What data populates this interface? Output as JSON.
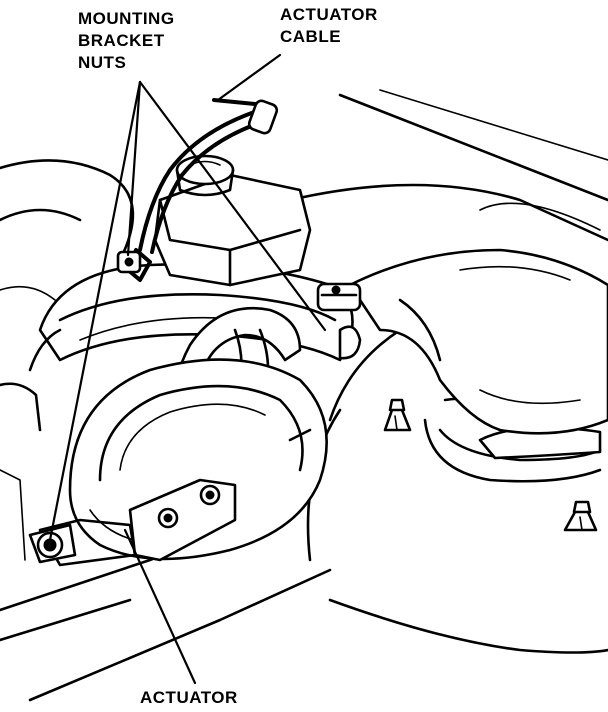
{
  "labels": {
    "mounting_bracket_nuts": [
      "MOUNTING",
      "BRACKET",
      "NUTS"
    ],
    "actuator_cable": [
      "ACTUATOR",
      "CABLE"
    ],
    "actuator": "ACTUATOR"
  },
  "colors": {
    "ink": "#000000",
    "paper": "#ffffff"
  }
}
